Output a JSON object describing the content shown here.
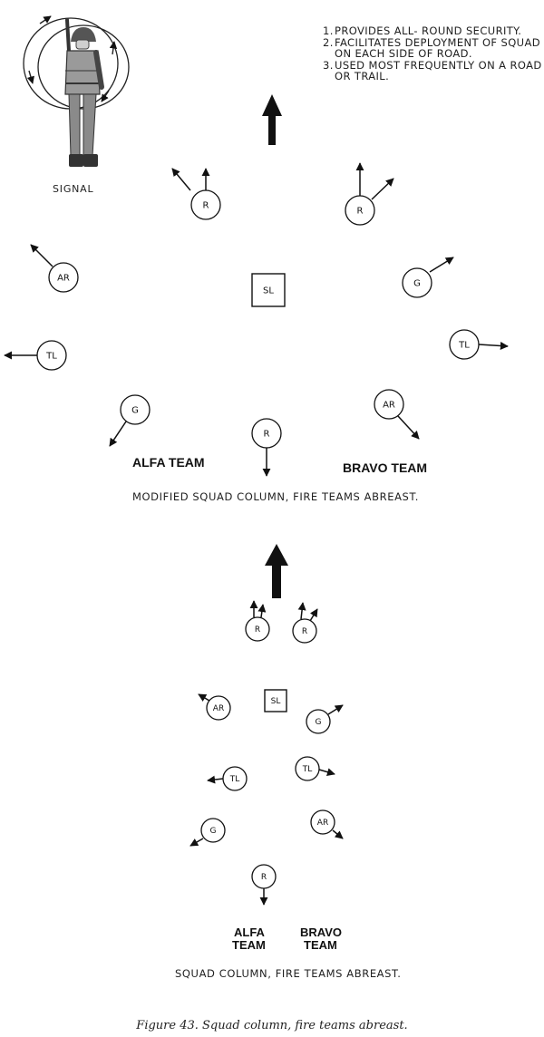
{
  "notes": [
    {
      "num": "1.",
      "text": "PROVIDES ALL-  ROUND SECURITY."
    },
    {
      "num": "2.",
      "text": "FACILITATES DEPLOYMENT  OF SQUAD ON EACH SIDE OF ROAD."
    },
    {
      "num": "3.",
      "text": "USED MOST FREQUENTLY ON A ROAD OR TRAIL."
    }
  ],
  "signal_label": "SIGNAL",
  "top_diagram": {
    "alfa_label": "ALFA TEAM",
    "bravo_label": "BRAVO TEAM",
    "caption": "MODIFIED SQUAD COLUMN, FIRE TEAMS ABREAST.",
    "members": [
      {
        "label": "R",
        "facing": "front-left"
      },
      {
        "label": "R",
        "facing": "front-right"
      },
      {
        "label": "AR",
        "facing": "left-front"
      },
      {
        "label": "G",
        "facing": "right-front"
      },
      {
        "label": "SL",
        "facing": "center"
      },
      {
        "label": "TL",
        "facing": "left"
      },
      {
        "label": "TL",
        "facing": "right"
      },
      {
        "label": "G",
        "facing": "left-rear"
      },
      {
        "label": "AR",
        "facing": "right-rear"
      },
      {
        "label": "R",
        "facing": "rear"
      }
    ]
  },
  "bottom_diagram": {
    "alfa_label_1": "ALFA",
    "alfa_label_2": "TEAM",
    "bravo_label_1": "BRAVO",
    "bravo_label_2": "TEAM",
    "caption": "SQUAD COLUMN, FIRE TEAMS ABREAST.",
    "members": [
      {
        "label": "R",
        "facing": "front-left"
      },
      {
        "label": "R",
        "facing": "front-right"
      },
      {
        "label": "AR",
        "facing": "left-front"
      },
      {
        "label": "SL",
        "facing": "center"
      },
      {
        "label": "G",
        "facing": "right-front"
      },
      {
        "label": "TL",
        "facing": "left"
      },
      {
        "label": "TL",
        "facing": "right"
      },
      {
        "label": "G",
        "facing": "left-rear"
      },
      {
        "label": "AR",
        "facing": "right-rear"
      },
      {
        "label": "R",
        "facing": "rear"
      }
    ]
  },
  "figure_caption": "Figure 43. Squad column, fire teams abreast."
}
